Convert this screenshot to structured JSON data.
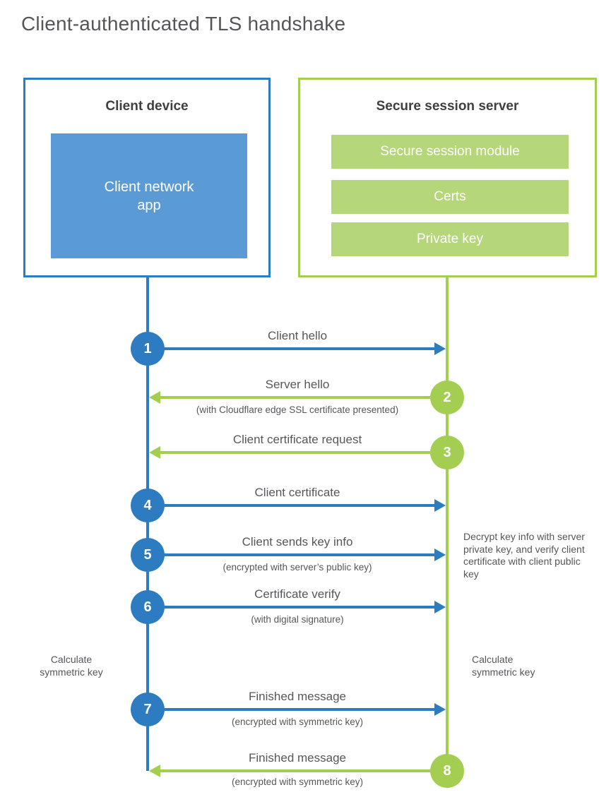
{
  "title": "Client-authenticated TLS handshake",
  "colors": {
    "blue": "#2d7cc1",
    "blue_fill": "#5b9bd5",
    "green": "#a4ce51",
    "green_fill": "#b5d679",
    "heading_text": "#3f4042",
    "label_text": "#56575b"
  },
  "client_box": {
    "title": "Client device",
    "app_label": "Client network app"
  },
  "server_box": {
    "title": "Secure session server",
    "modules": [
      "Secure session module",
      "Certs",
      "Private key"
    ]
  },
  "steps": [
    {
      "num": "1",
      "actor": "client",
      "direction": "right",
      "label": "Client hello",
      "sublabel": ""
    },
    {
      "num": "2",
      "actor": "server",
      "direction": "left",
      "label": "Server hello",
      "sublabel": "(with Cloudflare edge SSL certificate presented)"
    },
    {
      "num": "3",
      "actor": "server",
      "direction": "left",
      "label": "Client certificate request",
      "sublabel": ""
    },
    {
      "num": "4",
      "actor": "client",
      "direction": "right",
      "label": "Client certificate",
      "sublabel": ""
    },
    {
      "num": "5",
      "actor": "client",
      "direction": "right",
      "label": "Client sends key info",
      "sublabel": "(encrypted with server’s public key)"
    },
    {
      "num": "6",
      "actor": "client",
      "direction": "right",
      "label": "Certificate verify",
      "sublabel": "(with digital signature)"
    },
    {
      "num": "7",
      "actor": "client",
      "direction": "right",
      "label": "Finished message",
      "sublabel": "(encrypted with symmetric key)"
    },
    {
      "num": "8",
      "actor": "server",
      "direction": "left",
      "label": "Finished message",
      "sublabel": "(encrypted with symmetric key)"
    }
  ],
  "annotations": {
    "decrypt_note": "Decrypt key info with server private key, and verify client certificate with client public key",
    "calc_left": "Calculate symmetric key",
    "calc_right": "Calculate symmetric key"
  }
}
